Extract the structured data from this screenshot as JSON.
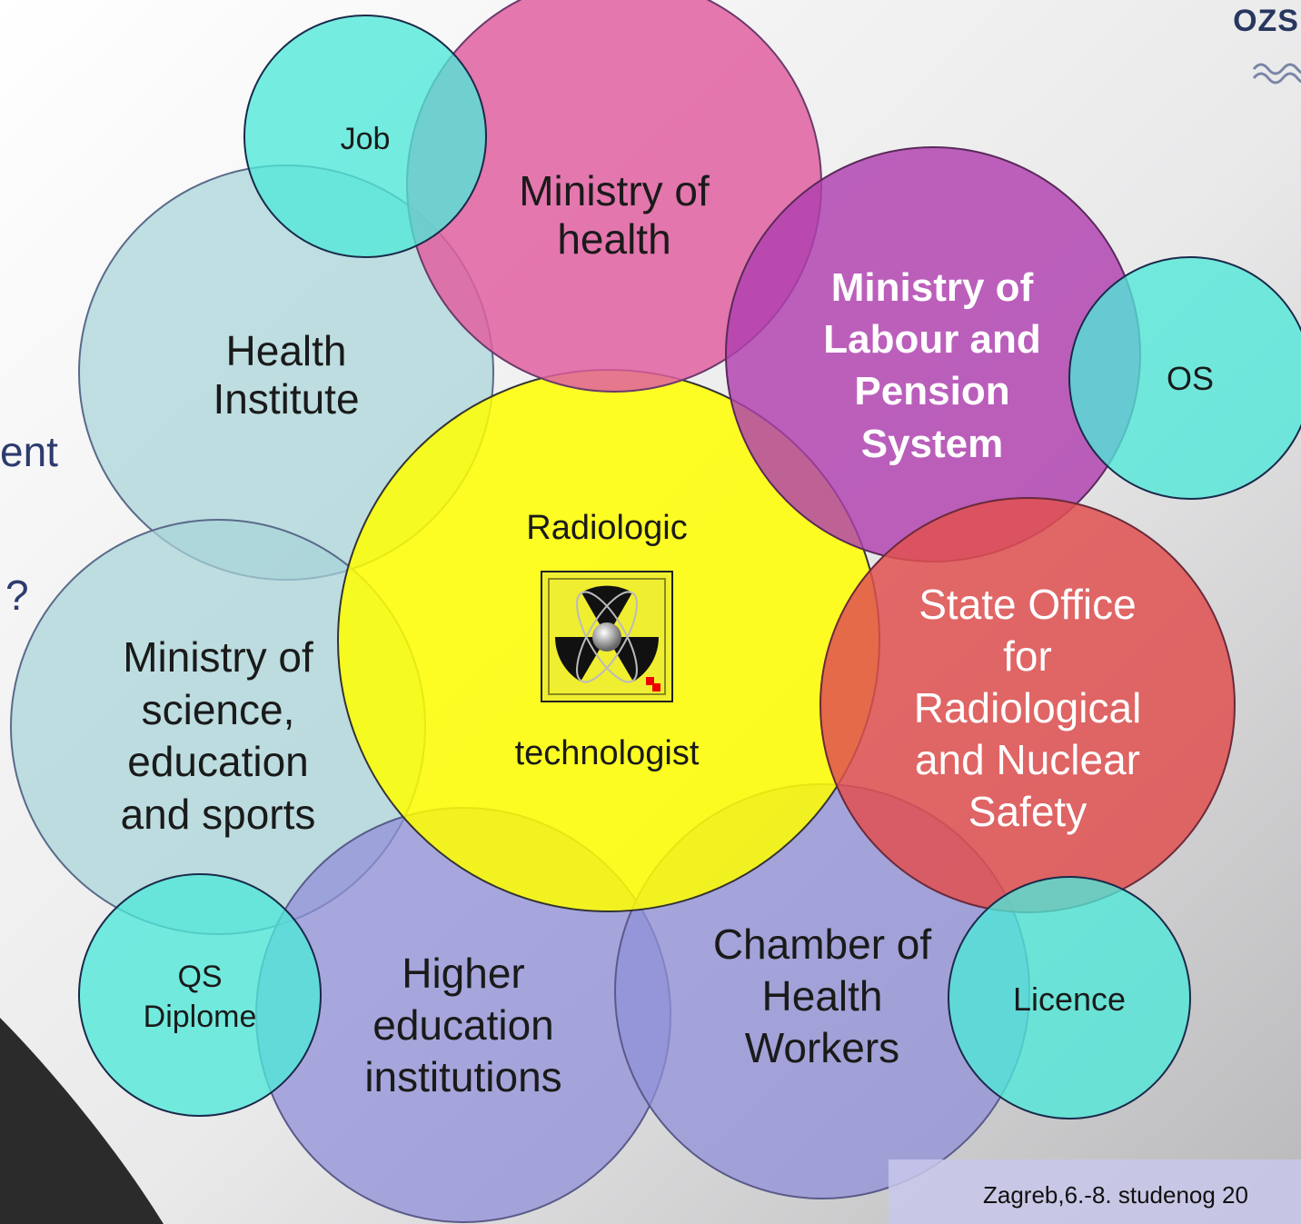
{
  "center": {
    "line1": "Radiologic",
    "line2": "technologist"
  },
  "circles": {
    "job": "Job",
    "ministry_health": "Ministry of\nhealth",
    "ministry_labour": "Ministry of\nLabour and\nPension\nSystem",
    "os": "OS",
    "health_institute": "Health\nInstitute",
    "state_office": "State Office\nfor\nRadiological\nand Nuclear\nSafety",
    "ministry_science": "Ministry of\nscience,\neducation\nand sports",
    "higher_education": "Higher\neducation\ninstitutions",
    "chamber": "Chamber of\nHealth\nWorkers",
    "qs_diplome": "QS\nDiplome",
    "licence": "Licence"
  },
  "side_text": {
    "line1": "ent",
    "line2": "?"
  },
  "logo": {
    "text": "OZS"
  },
  "footer": {
    "text": "Zagreb,6.-8. studenog 20"
  },
  "colors": {
    "yellow": "#FFFF00",
    "pink": "#E060A0",
    "purple": "#B040B0",
    "light_teal": "#A8D4D8",
    "red": "#E05050",
    "periwinkle": "#9090D8",
    "cyan": "#50E8D8"
  }
}
